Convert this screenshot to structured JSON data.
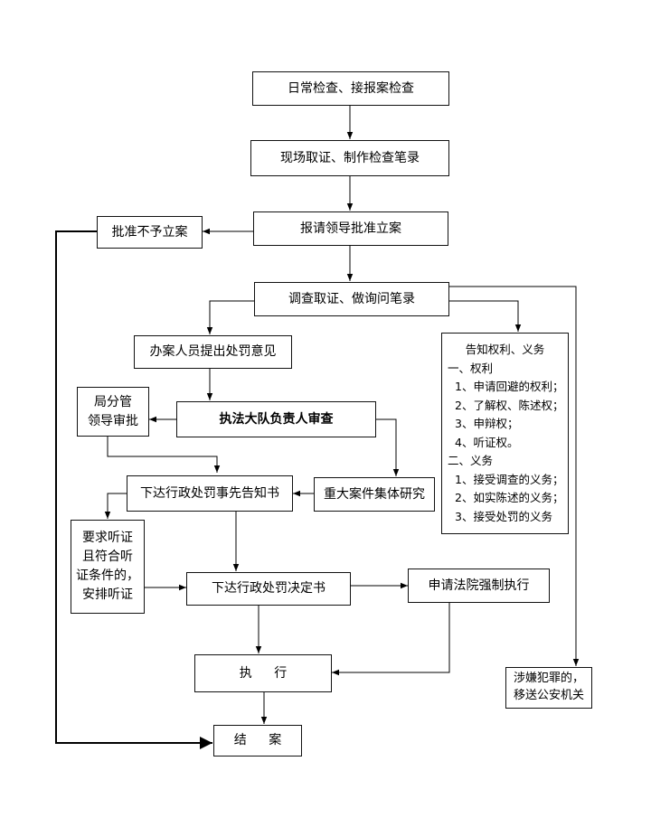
{
  "nodes": {
    "daily_check": "日常检查、接报案检查",
    "evidence_record": "现场取证、制作检查笔录",
    "report_approval": "报请领导批准立案",
    "not_approved": "批准不予立案",
    "investigation": "调查取证、做询问笔录",
    "officer_opinion": "办案人员提出处罚意见",
    "bureau_approval": [
      "局分管",
      "领导审批"
    ],
    "brigade_review": "执法大队负责人审查",
    "collective_study": "重大案件集体研究",
    "prior_notice": "下达行政处罚事先告知书",
    "hearing": [
      "要求听证",
      "且符合听",
      "证条件的，",
      "安排听证"
    ],
    "decision": "下达行政处罚决定书",
    "court_enforcement": "申请法院强制执行",
    "execute": "执  行",
    "close_case": "结  案",
    "transfer_police": [
      "涉嫌犯罪的，",
      "移送公安机关"
    ]
  },
  "rights_box": {
    "title": "告知权利、义务",
    "rights_heading": "一、权利",
    "rights": [
      "1、申请回避的权利；",
      "2、了解权、陈述权；",
      "3、申辩权；",
      "4、听证权。"
    ],
    "duties_heading": "二、义务",
    "duties": [
      "1、接受调查的义务；",
      "2、如实陈述的义务；",
      "3、接受处罚的义务"
    ]
  }
}
